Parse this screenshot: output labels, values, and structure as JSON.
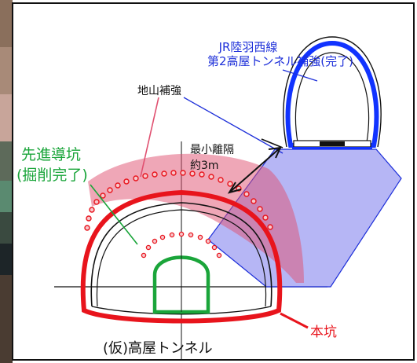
{
  "labels": {
    "jr_tunnel_line1": "JR陸羽西線",
    "jr_tunnel_line2": "第2高屋トンネル補強(完了)",
    "ground_reinforcement": "地山補強",
    "pilot_tunnel_line1": "先進導坑",
    "pilot_tunnel_line2": "(掘削完了)",
    "min_distance_line1": "最小離隔",
    "min_distance_line2": "約3m",
    "main_tunnel": "本坑",
    "new_tunnel_name": "(仮)高屋トンネル"
  },
  "colors": {
    "jr_annotation": "#1d2fd9",
    "jr_tunnel_ring": "#1133ff",
    "reinforcement_zone": "#8f8ff0",
    "ground_reinforcement": "#e05070",
    "pilot_tunnel": "#1aa53a",
    "main_tunnel": "#e8141c",
    "outline": "#111111"
  }
}
